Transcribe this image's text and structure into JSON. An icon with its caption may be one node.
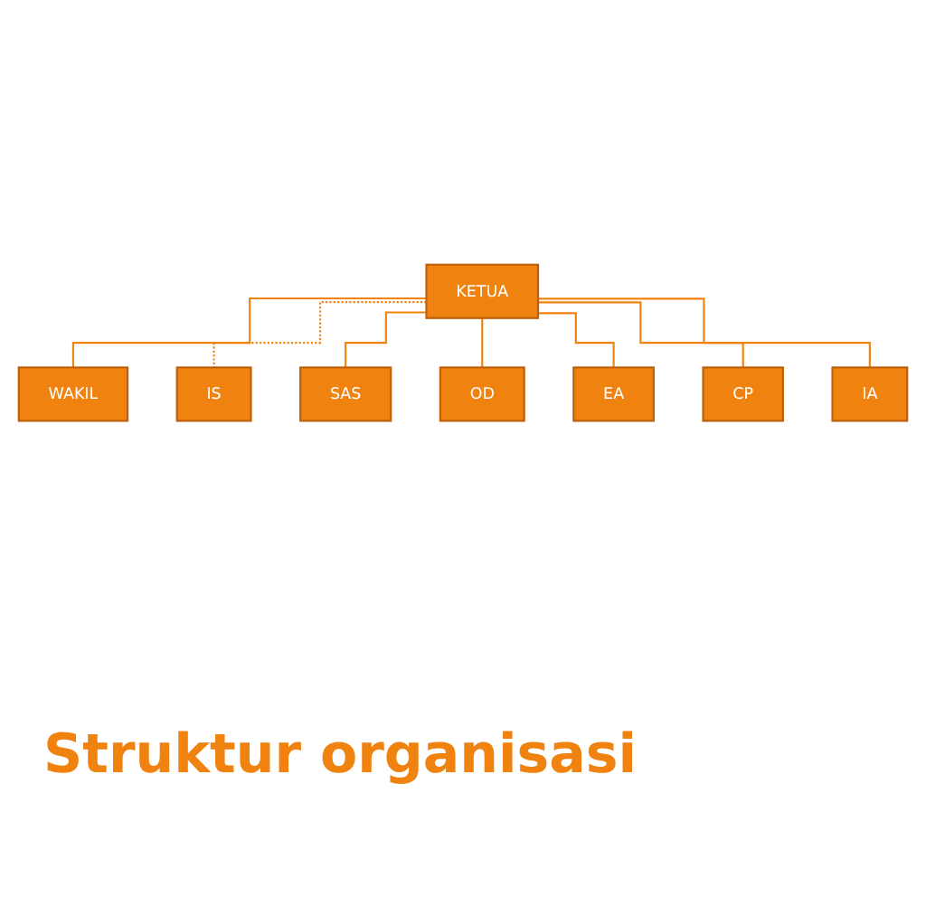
{
  "diagram": {
    "caption": "Struktur organisasi",
    "nodes": [
      {
        "text": [
          "KETUA"
        ]
      },
      {
        "text": [
          "WAKIL"
        ]
      },
      {
        "text": [
          "IS"
        ]
      },
      {
        "text": [
          "SAS"
        ]
      },
      {
        "text": [
          "OD"
        ]
      },
      {
        "text": [
          "EA"
        ]
      },
      {
        "text": [
          "CP"
        ]
      },
      {
        "text": [
          "IA"
        ]
      }
    ],
    "edges": [
      {
        "from": 0,
        "to": 1,
        "arrow": "none"
      },
      {
        "from": 0,
        "to": 2,
        "arrow": "none",
        "style": "dashed"
      },
      {
        "from": 0,
        "to": 3,
        "arrow": "none"
      },
      {
        "from": 0,
        "to": 4,
        "arrow": "none"
      },
      {
        "from": 0,
        "to": 5,
        "arrow": "none"
      },
      {
        "from": 0,
        "to": 6,
        "arrow": "none"
      },
      {
        "from": 0,
        "to": 7,
        "arrow": "none"
      }
    ]
  }
}
